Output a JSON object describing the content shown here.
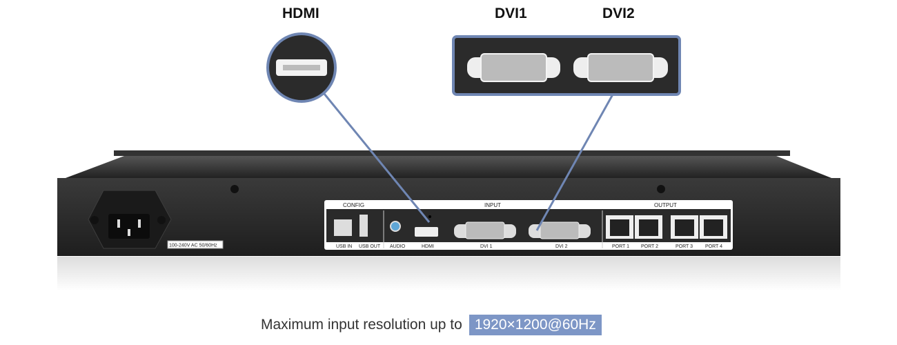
{
  "callouts": {
    "hdmi": "HDMI",
    "dvi1": "DVI1",
    "dvi2": "DVI2"
  },
  "power_label": "100-240V AC 50/60Hz",
  "panel": {
    "sections": {
      "config": "CONFIG",
      "input": "INPUT",
      "output": "OUTPUT"
    },
    "ports": [
      "USB IN",
      "USB OUT",
      "AUDIO",
      "HDMI",
      "DVI 1",
      "DVI 2",
      "PORT 1",
      "PORT 2",
      "PORT 3",
      "PORT 4"
    ]
  },
  "caption": {
    "text": "Maximum input resolution up to",
    "highlight": "1920×1200@60Hz"
  },
  "colors": {
    "accent": "#7d96c6",
    "callout_stroke": "#6f86b3",
    "chassis": "#2b2b2b"
  }
}
